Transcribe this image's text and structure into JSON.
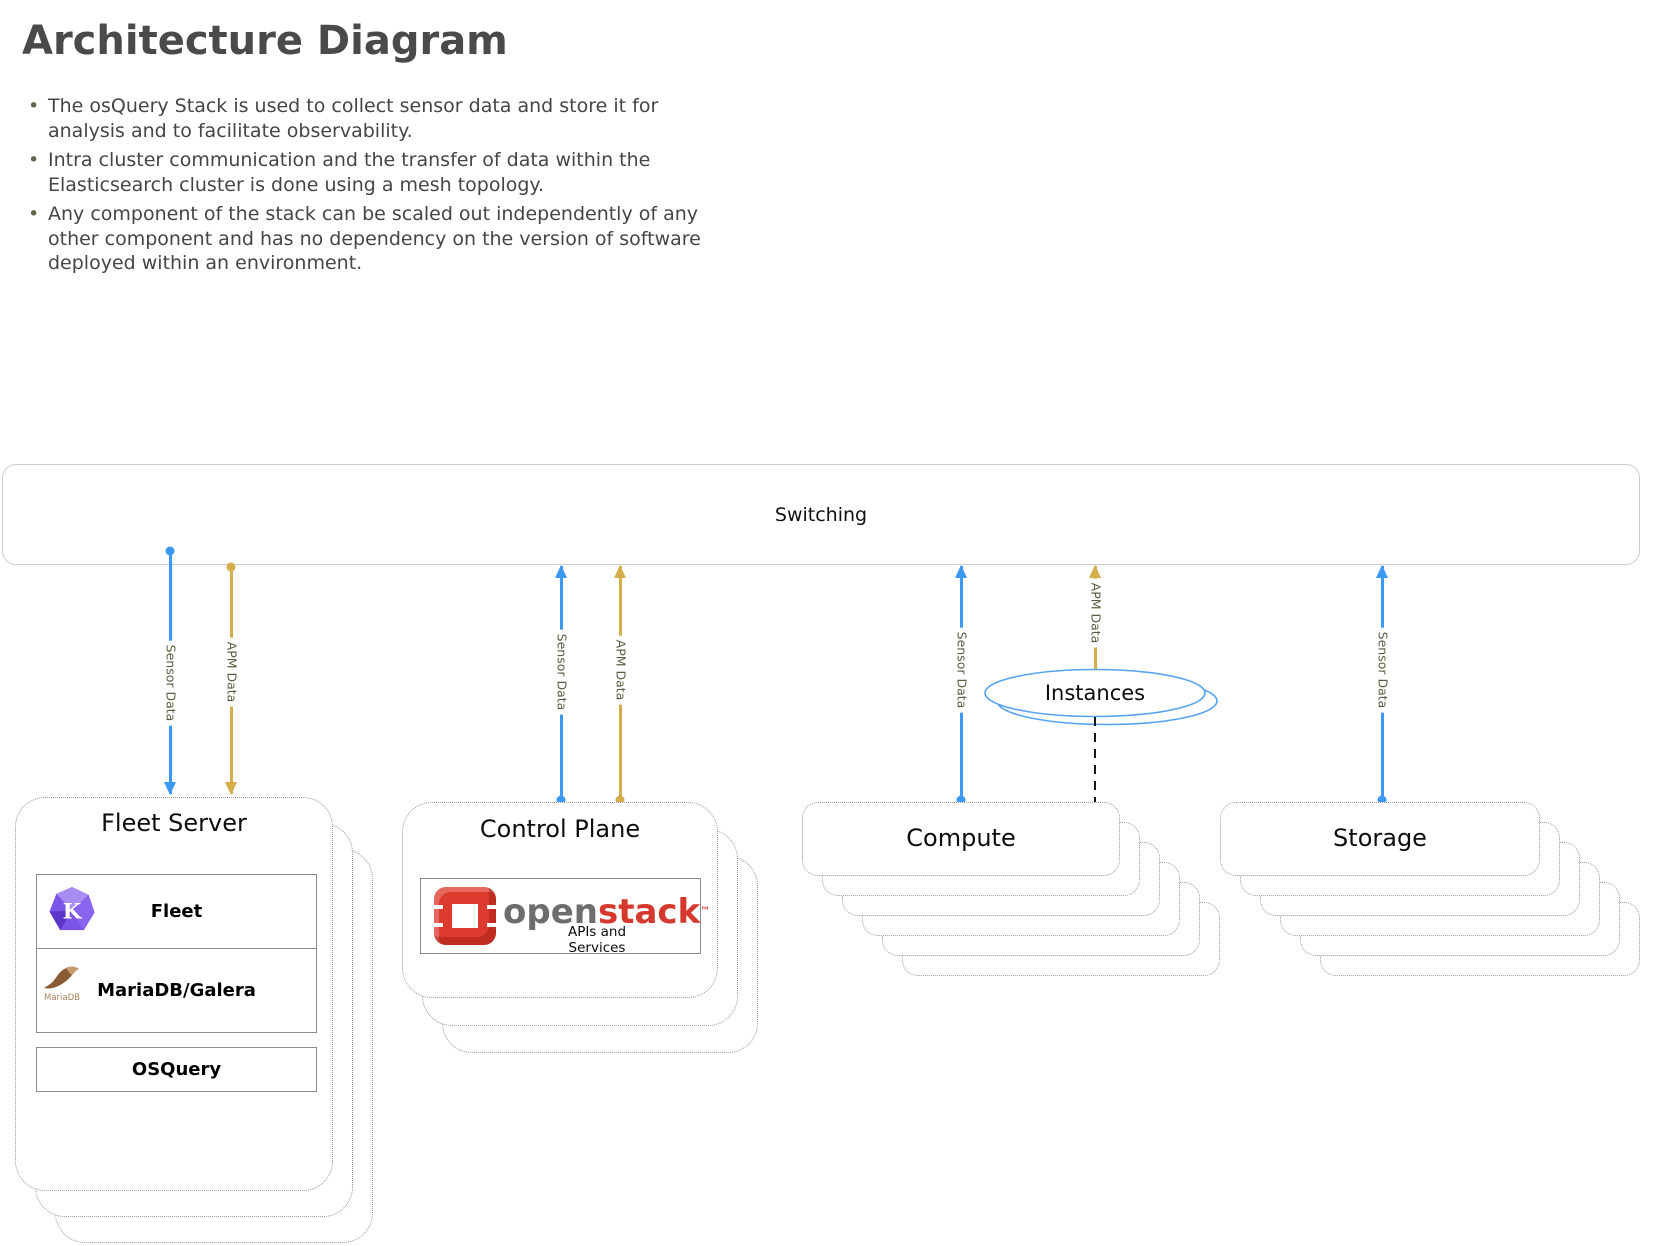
{
  "header": {
    "title": "Architecture Diagram",
    "bullets": [
      {
        "text": "The osQuery Stack is used to collect sensor data and store it for\nanalysis and to facilitate observability."
      },
      {
        "text": "Intra cluster communication and the transfer of data within the\nElasticsearch cluster is done using a mesh topology."
      },
      {
        "text": "Any component of the stack can be scaled out independently of any\nother component and has no dependency on the version of software\ndeployed within an environment."
      }
    ],
    "marker": "•"
  },
  "switching": {
    "label": "Switching"
  },
  "arrows": {
    "fleet_sensor": {
      "label": "Sensor Data"
    },
    "fleet_apm": {
      "label": "APM Data"
    },
    "control_sensor": {
      "label": "Sensor Data"
    },
    "control_apm": {
      "label": "APM Data"
    },
    "compute_sensor": {
      "label": "Sensor Data"
    },
    "compute_apm": {
      "label": "APM Data"
    },
    "storage_sensor": {
      "label": "Sensor Data"
    }
  },
  "instances": {
    "label": "Instances"
  },
  "fleet_server": {
    "title": "Fleet Server",
    "rows": [
      {
        "label": "Fleet",
        "icon": "kibana-gem-icon"
      },
      {
        "label": "MariaDB/Galera",
        "icon": "mariadb-seal-icon",
        "icon_caption": "MariaDB"
      },
      {
        "label": "OSQuery"
      }
    ]
  },
  "control_plane": {
    "title": "Control Plane",
    "openstack": {
      "word_gray": "open",
      "word_red": "stack",
      "tm": "™",
      "caption": "APIs and\nServices"
    }
  },
  "compute": {
    "title": "Compute"
  },
  "storage": {
    "title": "Storage"
  },
  "colors": {
    "sensor_line": "#3d98f4",
    "apm_line": "#d5ad4b",
    "arrow_label": "#5c5c42",
    "openstack_red": "#d5382c",
    "kibana_purple": "#7c55e8",
    "ellipse_blue": "#56a4f0"
  }
}
